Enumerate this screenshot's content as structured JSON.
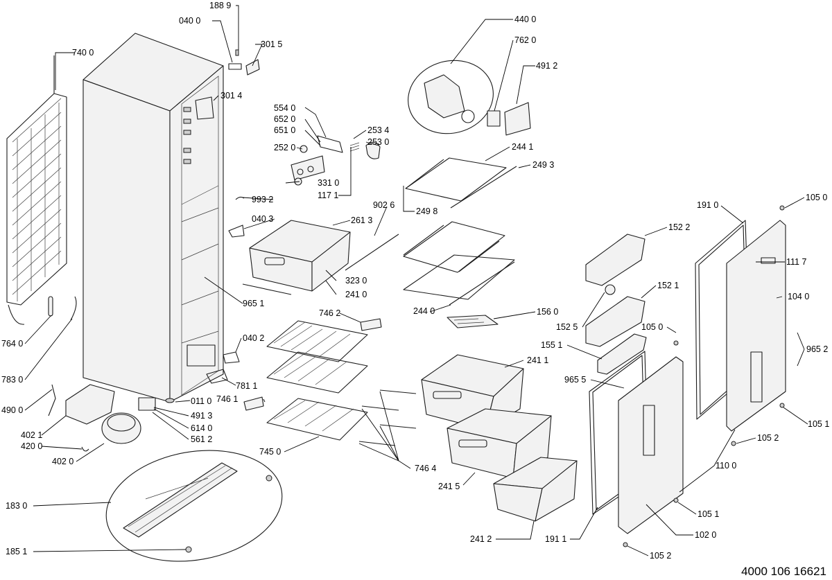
{
  "document_number": "4000 106 16621",
  "callouts": [
    {
      "id": "c1889",
      "label": "188 9"
    },
    {
      "id": "c0400a",
      "label": "040 0"
    },
    {
      "id": "c3015",
      "label": "301 5"
    },
    {
      "id": "c7400",
      "label": "740 0"
    },
    {
      "id": "c3014",
      "label": "301 4"
    },
    {
      "id": "c5540",
      "label": "554 0"
    },
    {
      "id": "c6520",
      "label": "652 0"
    },
    {
      "id": "c6510",
      "label": "651 0"
    },
    {
      "id": "c2520",
      "label": "252 0"
    },
    {
      "id": "c2534",
      "label": "253 4"
    },
    {
      "id": "c2530",
      "label": "253 0"
    },
    {
      "id": "c3310",
      "label": "331 0"
    },
    {
      "id": "c1171",
      "label": "117 1"
    },
    {
      "id": "c4400",
      "label": "440 0"
    },
    {
      "id": "c7620",
      "label": "762 0"
    },
    {
      "id": "c4912a",
      "label": "491 2"
    },
    {
      "id": "c2441",
      "label": "244 1"
    },
    {
      "id": "c2493",
      "label": "249 3"
    },
    {
      "id": "c2498",
      "label": "249 8"
    },
    {
      "id": "c9932",
      "label": "993 2"
    },
    {
      "id": "c9026",
      "label": "902 6"
    },
    {
      "id": "c0403",
      "label": "040 3"
    },
    {
      "id": "c2613",
      "label": "261 3"
    },
    {
      "id": "c3230",
      "label": "323 0"
    },
    {
      "id": "c2410",
      "label": "241 0"
    },
    {
      "id": "c9651",
      "label": "965 1"
    },
    {
      "id": "c2440",
      "label": "244 0"
    },
    {
      "id": "c1560",
      "label": "156 0"
    },
    {
      "id": "c7462",
      "label": "746 2"
    },
    {
      "id": "c7640",
      "label": "764 0"
    },
    {
      "id": "c0402",
      "label": "040 2"
    },
    {
      "id": "c7830",
      "label": "783 0"
    },
    {
      "id": "c2411",
      "label": "241 1"
    },
    {
      "id": "c7811",
      "label": "781 1"
    },
    {
      "id": "c7461",
      "label": "746 1"
    },
    {
      "id": "c0110",
      "label": "011 0"
    },
    {
      "id": "c4900",
      "label": "490 0"
    },
    {
      "id": "c4913",
      "label": "491 3"
    },
    {
      "id": "c6140",
      "label": "614 0"
    },
    {
      "id": "c4021",
      "label": "402 1"
    },
    {
      "id": "c4200",
      "label": "420 0"
    },
    {
      "id": "c5612",
      "label": "561 2"
    },
    {
      "id": "c4020",
      "label": "402 0"
    },
    {
      "id": "c7450",
      "label": "745 0"
    },
    {
      "id": "c7464",
      "label": "746 4"
    },
    {
      "id": "c2415",
      "label": "241 5"
    },
    {
      "id": "c1830",
      "label": "183 0"
    },
    {
      "id": "c1851",
      "label": "185 1"
    },
    {
      "id": "c2412",
      "label": "241 2"
    },
    {
      "id": "c1911",
      "label": "191 1"
    },
    {
      "id": "c1910",
      "label": "191 0"
    },
    {
      "id": "c1050a",
      "label": "105 0"
    },
    {
      "id": "c1522",
      "label": "152 2"
    },
    {
      "id": "c1117",
      "label": "111 7"
    },
    {
      "id": "c1521",
      "label": "152 1"
    },
    {
      "id": "c1040",
      "label": "104 0"
    },
    {
      "id": "c1525",
      "label": "152 5"
    },
    {
      "id": "c1050b",
      "label": "105 0"
    },
    {
      "id": "c9652",
      "label": "965 2"
    },
    {
      "id": "c1551",
      "label": "155 1"
    },
    {
      "id": "c9655",
      "label": "965 5"
    },
    {
      "id": "c1051a",
      "label": "105 1"
    },
    {
      "id": "c1052a",
      "label": "105 2"
    },
    {
      "id": "c1100",
      "label": "110 0"
    },
    {
      "id": "c1051b",
      "label": "105 1"
    },
    {
      "id": "c1020",
      "label": "102 0"
    },
    {
      "id": "c1052b",
      "label": "105 2"
    }
  ]
}
